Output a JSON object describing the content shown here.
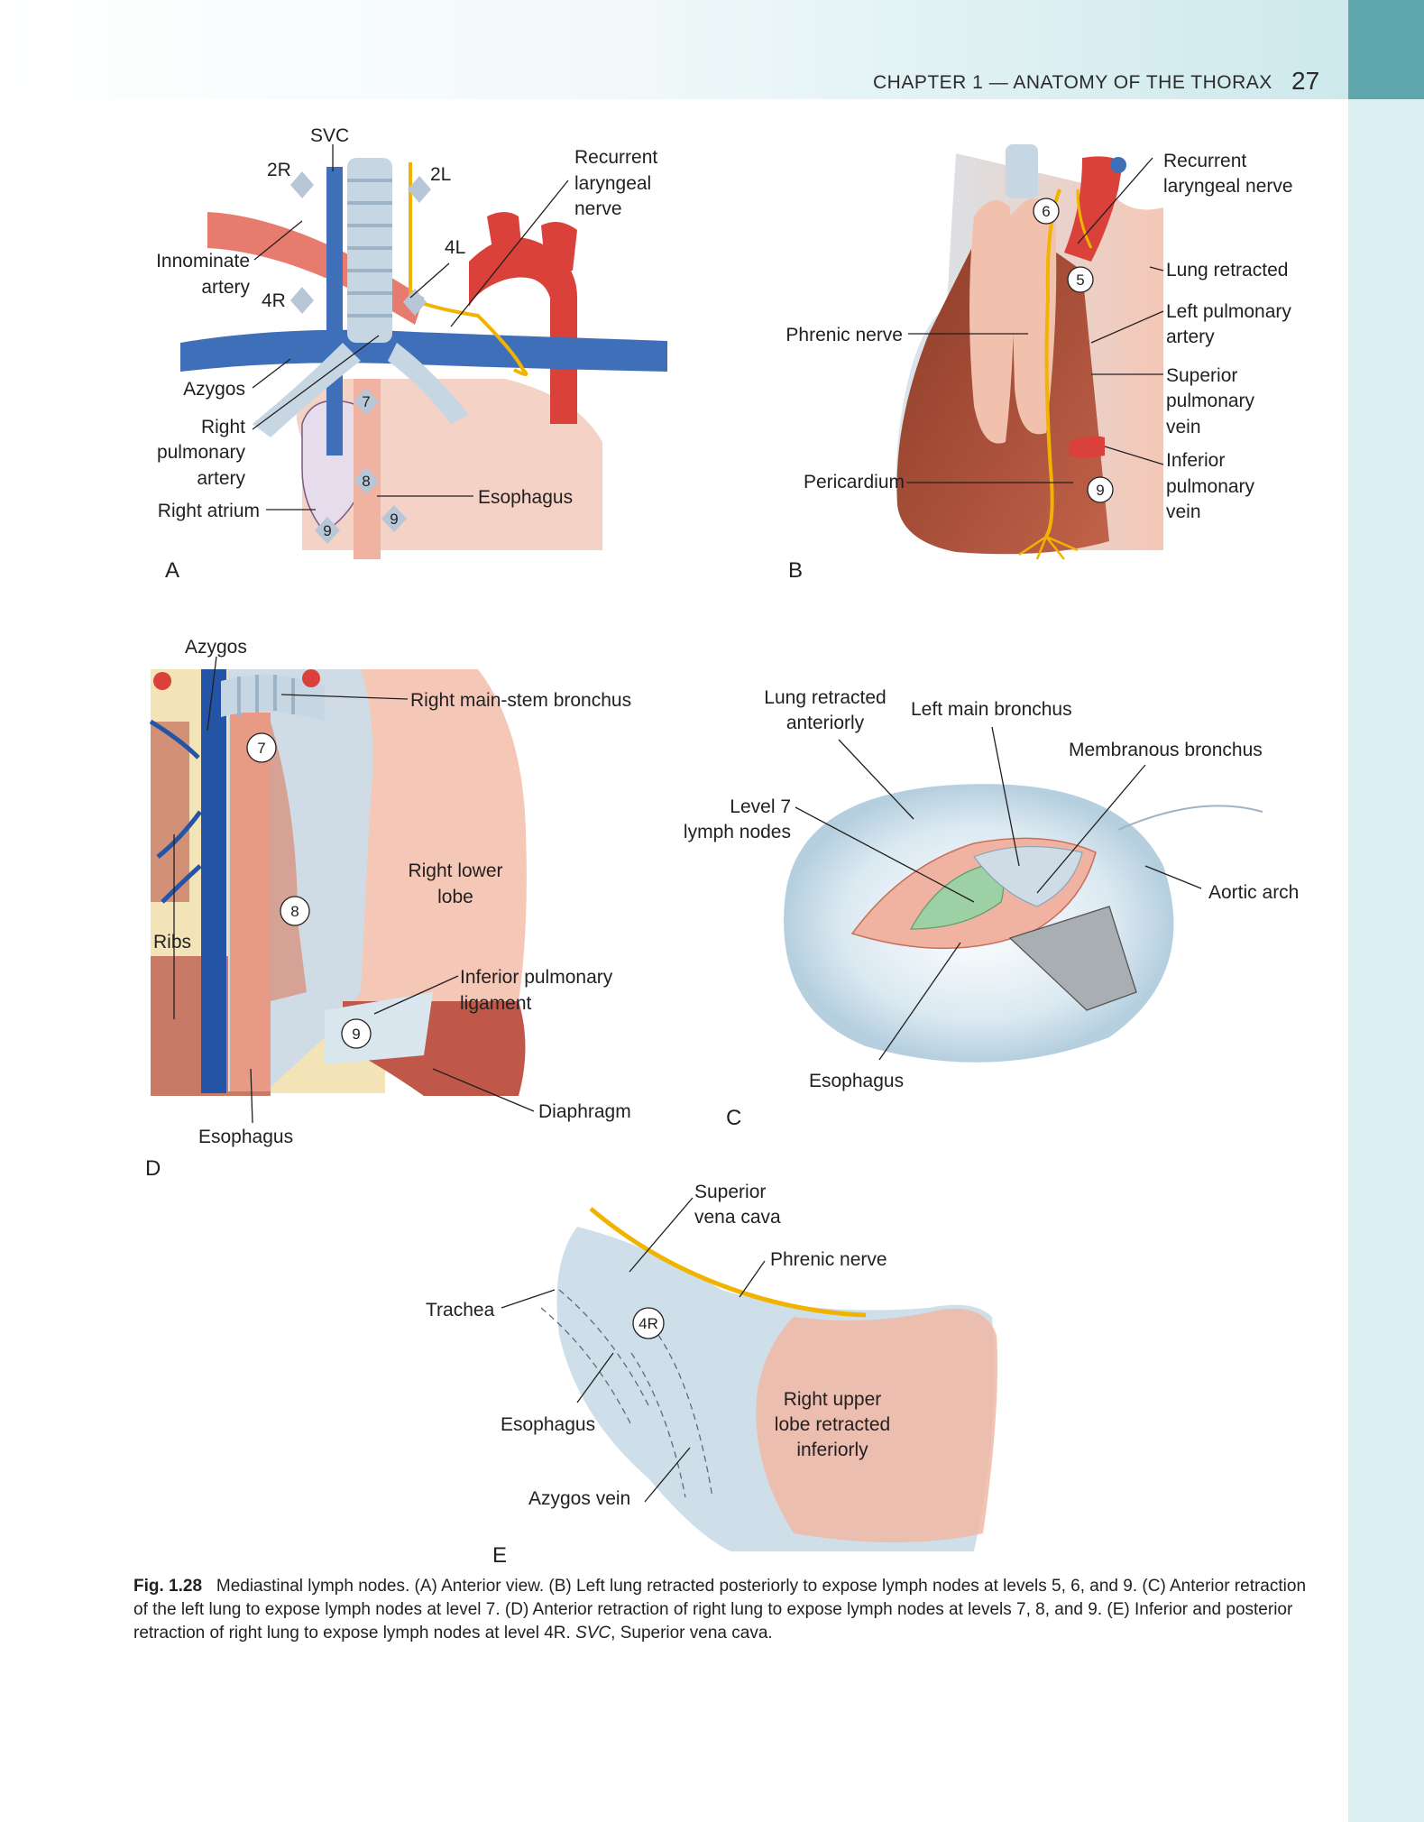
{
  "header": {
    "chapter": "CHAPTER 1 — ANATOMY OF THE THORAX",
    "page_number": "27"
  },
  "panel_a": {
    "letter": "A",
    "svc": "SVC",
    "level_2r": "2R",
    "level_2l": "2L",
    "level_4l": "4L",
    "level_4r": "4R",
    "recurrent_1": "Recurrent",
    "recurrent_2": "laryngeal",
    "recurrent_3": "nerve",
    "innominate_1": "Innominate",
    "innominate_2": "artery",
    "azygos": "Azygos",
    "right_pa_1": "Right",
    "right_pa_2": "pulmonary",
    "right_pa_3": "artery",
    "right_atrium": "Right atrium",
    "esophagus": "Esophagus",
    "node_7": "7",
    "node_8": "8",
    "node_9a": "9",
    "node_9b": "9"
  },
  "panel_b": {
    "letter": "B",
    "recurrent_1": "Recurrent",
    "recurrent_2": "laryngeal nerve",
    "lung_retracted": "Lung retracted",
    "left_pa_1": "Left pulmonary",
    "left_pa_2": "artery",
    "phrenic": "Phrenic nerve",
    "superior_pv_1": "Superior",
    "superior_pv_2": "pulmonary",
    "superior_pv_3": "vein",
    "inferior_pv_1": "Inferior",
    "inferior_pv_2": "pulmonary",
    "inferior_pv_3": "vein",
    "pericardium": "Pericardium",
    "node_6": "6",
    "node_5": "5",
    "node_9": "9"
  },
  "panel_c": {
    "letter": "C",
    "lung_retracted_1": "Lung retracted",
    "lung_retracted_2": "anteriorly",
    "left_main_bronchus": "Left main bronchus",
    "membranous_bronchus": "Membranous bronchus",
    "level7_1": "Level 7",
    "level7_2": "lymph nodes",
    "aortic_arch": "Aortic arch",
    "esophagus": "Esophagus"
  },
  "panel_d": {
    "letter": "D",
    "azygos": "Azygos",
    "right_main_stem": "Right main-stem bronchus",
    "right_lower_1": "Right lower",
    "right_lower_2": "lobe",
    "ribs": "Ribs",
    "inferior_pl_1": "Inferior pulmonary",
    "inferior_pl_2": "ligament",
    "diaphragm": "Diaphragm",
    "esophagus": "Esophagus",
    "node_7": "7",
    "node_8": "8",
    "node_9": "9"
  },
  "panel_e": {
    "letter": "E",
    "svc_1": "Superior",
    "svc_2": "vena cava",
    "phrenic": "Phrenic nerve",
    "trachea": "Trachea",
    "node_4r": "4R",
    "esophagus": "Esophagus",
    "rul_1": "Right upper",
    "rul_2": "lobe retracted",
    "rul_3": "inferiorly",
    "azygos_vein": "Azygos vein"
  },
  "caption": {
    "fig_label": "Fig. 1.28",
    "text_1": "Mediastinal lymph nodes. (A) Anterior view. (B) Left lung retracted posteriorly to expose lymph nodes at levels 5, 6, and 9. (C) Anterior retraction of the left lung to expose lymph nodes at level 7. (D) Anterior retraction of right lung to expose lymph nodes at levels 7, 8, and 9. (E) Inferior and posterior retraction of right lung to expose lymph nodes at level 4R. ",
    "svc_abbr": "SVC",
    "text_2": ", Superior vena cava."
  },
  "colors": {
    "artery": "#d9413a",
    "vein": "#3f6fb8",
    "nerve": "#f0b400",
    "tissue": "#e9a896",
    "lung": "#c9dbe6",
    "header_tab": "#5fa7ad"
  }
}
